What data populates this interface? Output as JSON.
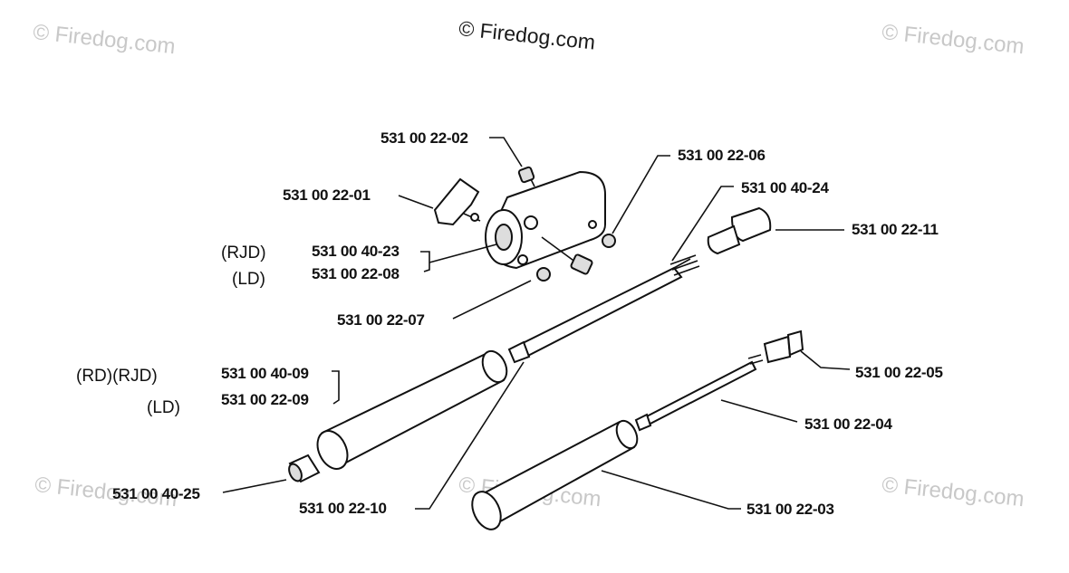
{
  "watermarks": {
    "top_center": "© Firedog.com",
    "top_left": "© Firedog.com",
    "top_right": "© Firedog.com",
    "bottom_left": "© Firedog.com",
    "bottom_center": "© Firedog.com",
    "bottom_right": "© Firedog.com"
  },
  "parts": {
    "p02": "531 00 22-02",
    "p06": "531 00 22-06",
    "p01": "531 00 22-01",
    "p24": "531 00 40-24",
    "p11": "531 00 22-11",
    "p23": "531 00 40-23",
    "p08": "531 00 22-08",
    "p07": "531 00 22-07",
    "p05": "531 00 22-05",
    "p4009": "531 00 40-09",
    "p2209": "531 00 22-09",
    "p04": "531 00 22-04",
    "p25": "531 00 40-25",
    "p10": "531 00 22-10",
    "p03": "531 00 22-03"
  },
  "variants": {
    "rjd_top": "(RJD)",
    "ld_top": "(LD)",
    "rd_rjd": "(RD)(RJD)",
    "ld_bottom": "(LD)"
  }
}
